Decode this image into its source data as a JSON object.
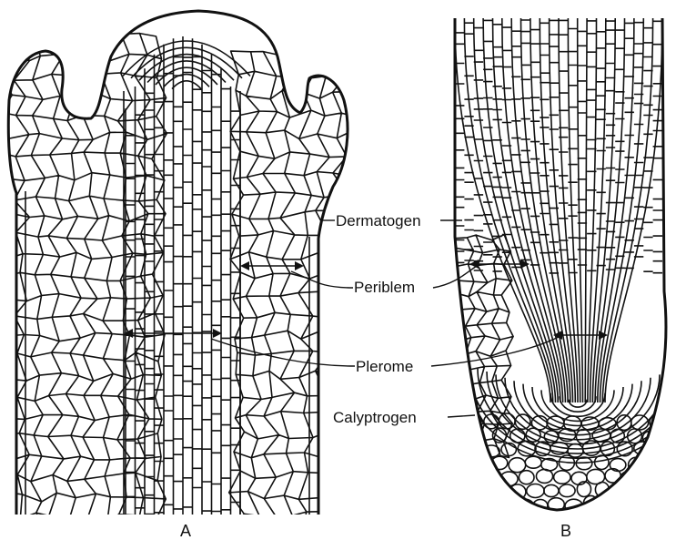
{
  "labels": {
    "dermatogen": "Dermatogen",
    "periblem": "Periblem",
    "plerome": "Plerome",
    "calyptrogen": "Calyptrogen"
  },
  "panels": {
    "a": "A",
    "b": "B"
  }
}
